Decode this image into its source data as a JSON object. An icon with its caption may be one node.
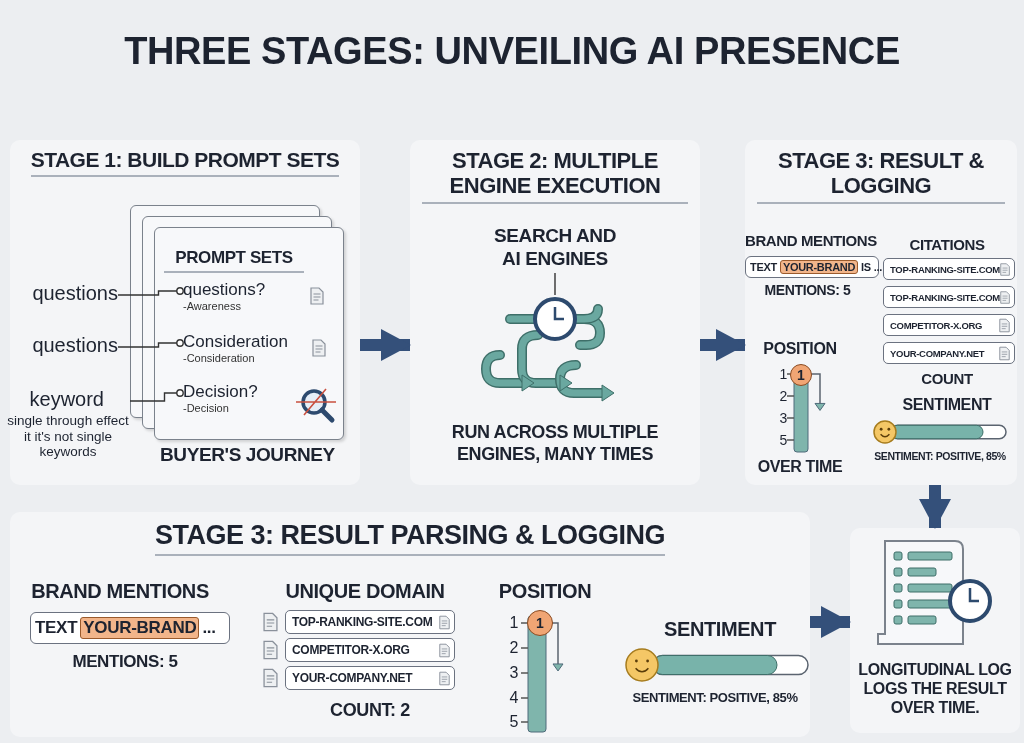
{
  "diagram": {
    "title": "THREE STAGES: UNVEILING AI PRESENCE",
    "nodes": [
      {
        "text": [
          "STAGE 1: BUILD PROMPT SETS"
        ]
      },
      {
        "text": [
          "PROMPT SETS"
        ],
        "in": 0,
        "beside": [
          "BUYER'S JOURNEY"
        ]
      },
      {
        "text": [
          "questions"
        ],
        "in": 0
      },
      {
        "text": [
          "questions?",
          "-Awareness"
        ],
        "in": 1
      },
      {
        "text": [
          "questions"
        ],
        "in": 0
      },
      {
        "text": [
          "Consideration",
          "-Consideration"
        ],
        "in": 1
      },
      {
        "text": [
          "keyword",
          "single through effect it it's not single keywords"
        ],
        "in": 0
      },
      {
        "text": [
          "Decision?",
          "-Decision"
        ],
        "in": 1
      },
      {
        "text": [
          "STAGE 2: MULTIPLE ENGINE EXECUTION",
          "RUN ACROSS MULTIPLE ENGINES, MANY TIMES"
        ]
      },
      {
        "text": [
          "SEARCH AND AI ENGINES"
        ],
        "in": 8
      },
      {
        "text": [],
        "shape": "picture",
        "in": 8
      },
      {
        "text": [
          "STAGE 3: RESULT & LOGGING"
        ]
      },
      {
        "text": [
          "TEXT",
          "IS ..."
        ],
        "in": 11
      },
      {
        "text": [
          "YOUR-BRAND"
        ],
        "in": 12
      },
      {
        "text": [
          "TOP-RANKING-SITE.COM"
        ],
        "in": 11
      },
      {
        "text": [
          "TOP-RANKING-SITE.COM"
        ],
        "in": 11
      },
      {
        "text": [
          "COMPETITOR-X.ORG"
        ],
        "in": 11
      },
      {
        "text": [
          "YOUR-COMPANY.NET"
        ],
        "in": 11
      },
      {
        "text": [
          "1"
        ],
        "in": 11
      },
      {
        "text": [
          "STAGE 3: RESULT PARSING & LOGGING"
        ]
      },
      {
        "text": [
          "TEXT",
          "..."
        ],
        "in": 19
      },
      {
        "text": [
          "YOUR-BRAND"
        ],
        "in": 20
      },
      {
        "text": [
          "TOP-RANKING-SITE.COM"
        ],
        "in": 19
      },
      {
        "text": [
          "COMPETITOR-X.ORG"
        ],
        "in": 19
      },
      {
        "text": [
          "YOUR-COMPANY.NET"
        ],
        "in": 19
      },
      {
        "text": [
          "1"
        ],
        "in": 19
      },
      {
        "text": [
          "LONGITUDINAL LOG LOGS THE RESULT OVER TIME."
        ]
      }
    ],
    "edges": [
      {
        "from": 2,
        "to": 3,
        "arrow": "other"
      },
      {
        "from": 4,
        "to": 5,
        "arrow": "other"
      },
      {
        "from": 6,
        "to": 7,
        "arrow": "other"
      },
      {
        "from": 0,
        "to": 8,
        "arrow": "to",
        "style": "thick"
      },
      {
        "from": 9,
        "to": 10,
        "arrow": "none"
      },
      {
        "from": 8,
        "to": 11,
        "arrow": "to",
        "style": "thick"
      },
      {
        "from": 11,
        "to": 26,
        "arrow": "to",
        "style": "thick"
      },
      {
        "from": 19,
        "to": 26,
        "arrow": "to",
        "style": "thick"
      }
    ],
    "labels": [
      "BRAND MENTIONS",
      "CITATIONS",
      "MENTIONS: 5",
      "POSITION",
      "1",
      "2",
      "3",
      "5",
      "COUNT",
      "SENTIMENT",
      "OVER TIME",
      "SENTIMENT: POSITIVE, 85%",
      "BRAND MENTIONS",
      "UNIQUE DOMAIN",
      "POSITION",
      "MENTIONS: 5",
      "1",
      "2",
      "3",
      "4",
      "5",
      "COUNT: 2",
      "SENTIMENT",
      "SENTIMENT: POSITIVE, 85%"
    ]
  }
}
